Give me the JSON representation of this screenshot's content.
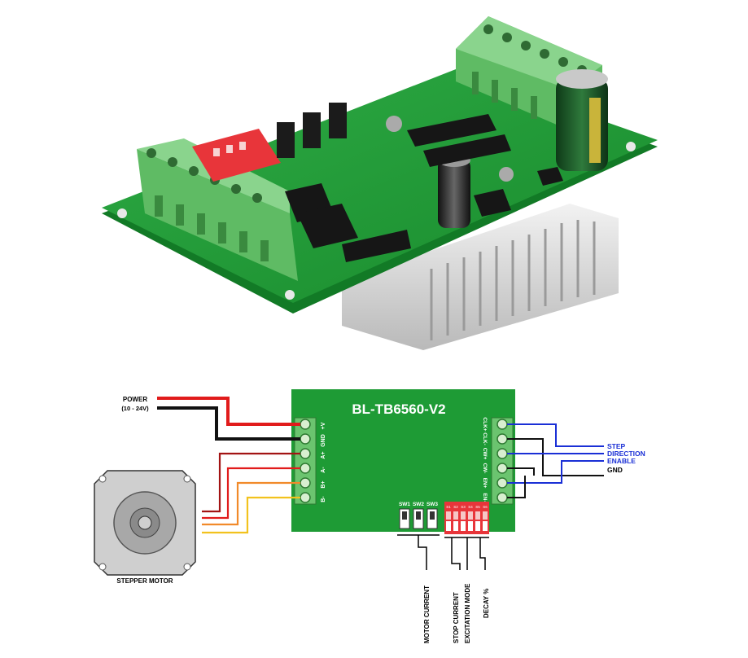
{
  "board": {
    "title": "BL-TB6560-V2",
    "left_pins": [
      "+V",
      "GND",
      "A+",
      "A-",
      "B+",
      "B-"
    ],
    "right_pins": [
      "CLK+",
      "CLK-",
      "CW+",
      "CW-",
      "EN+",
      "EN-"
    ],
    "switches": [
      "SW1",
      "SW2",
      "SW3"
    ],
    "dip_labels": [
      "S1",
      "S2",
      "S3",
      "S4",
      "S5",
      "S6"
    ]
  },
  "power": {
    "label": "POWER",
    "voltage": "(10 - 24V)"
  },
  "signals": [
    "STEP",
    "DIRECTION",
    "ENABLE",
    "GND"
  ],
  "motor": {
    "label": "STEPPER MOTOR"
  },
  "settings": [
    "MOTOR CURRENT",
    "STOP CURRENT",
    "EXCITATION MODE",
    "DECAY %"
  ],
  "colors": {
    "pcb": "#1e9b35",
    "terminal": "#6bc46f",
    "power_red": "#e11b1b",
    "signal_blue": "#1a2fd6",
    "dip_red": "#e8353a",
    "heatsink": "#d8d8d8"
  }
}
